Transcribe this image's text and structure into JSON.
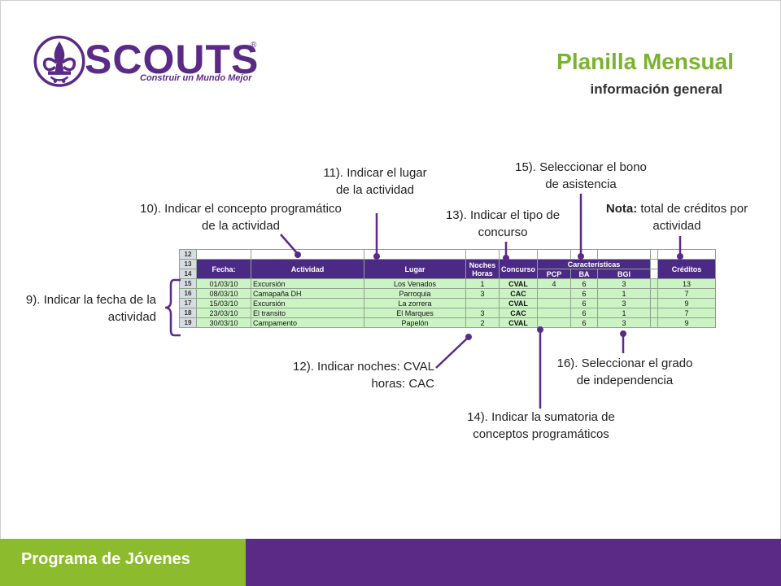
{
  "logo": {
    "word": "SCOUTS",
    "reg": "®",
    "tagline": "Construir un Mundo Mejor"
  },
  "header": {
    "title": "Planilla Mensual",
    "subtitle": "información general"
  },
  "notes": {
    "n9": "9). Indicar la fecha de la actividad",
    "n10": "10). Indicar el  concepto programático de la actividad",
    "n11": "11). Indicar el lugar de la actividad",
    "n12": "12). Indicar noches: CVAL horas: CAC",
    "n13": "13). Indicar el tipo de concurso",
    "n14": "14). Indicar la sumatoria de conceptos programáticos",
    "n15": "15). Seleccionar el bono de asistencia",
    "n16": "16). Seleccionar el grado de independencia",
    "nota_label": "Nota:",
    "nota_text": " total de créditos por actividad"
  },
  "sheet": {
    "row_numbers": [
      "12",
      "13",
      "14",
      "15",
      "16",
      "17",
      "18",
      "19"
    ],
    "headers": {
      "fecha": "Fecha:",
      "actividad": "Actividad",
      "lugar": "Lugar",
      "noches": "Noches Horas",
      "concurso": "Concurso",
      "caracteristicas": "Características",
      "creditos": "Créditos",
      "pcp": "PCP",
      "ba": "BA",
      "bgi": "BGI"
    },
    "rows": [
      {
        "fecha": "01/03/10",
        "actividad": "Excursión",
        "lugar": "Los Venados",
        "noches": "1",
        "concurso": "CVAL",
        "pcp": "4",
        "ba": "6",
        "bgi": "3",
        "creditos": "13"
      },
      {
        "fecha": "08/03/10",
        "actividad": "Camapaña DH",
        "lugar": "Parroquia",
        "noches": "3",
        "concurso": "CAC",
        "pcp": "",
        "ba": "6",
        "bgi": "1",
        "creditos": "7"
      },
      {
        "fecha": "15/03/10",
        "actividad": "Excursión",
        "lugar": "La zorrera",
        "noches": "",
        "concurso": "CVAL",
        "pcp": "",
        "ba": "6",
        "bgi": "3",
        "creditos": "9"
      },
      {
        "fecha": "23/03/10",
        "actividad": "El transito",
        "lugar": "El Marques",
        "noches": "3",
        "concurso": "CAC",
        "pcp": "",
        "ba": "6",
        "bgi": "1",
        "creditos": "7"
      },
      {
        "fecha": "30/03/10",
        "actividad": "Campamento",
        "lugar": "Papelón",
        "noches": "2",
        "concurso": "CVAL",
        "pcp": "",
        "ba": "6",
        "bgi": "3",
        "creditos": "9"
      }
    ]
  },
  "footer": {
    "label": "Programa de Jóvenes"
  },
  "colors": {
    "purple": "#5b2a86",
    "green": "#7ab32e",
    "cell_green": "#ccf3c4"
  }
}
